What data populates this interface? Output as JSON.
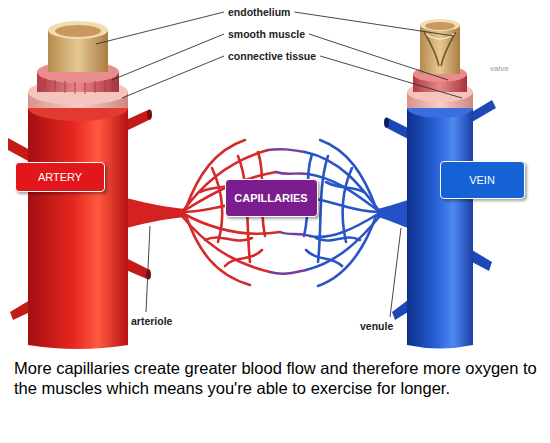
{
  "diagram": {
    "caption": "More capillaries create greater blood flow and therefore more oxygen to the muscles which means you're able to exercise for longer.",
    "nodes": [
      {
        "text": [
          "ARTERY"
        ]
      },
      {
        "text": [
          "CAPILLARIES"
        ]
      },
      {
        "text": [
          "VEIN"
        ]
      }
    ],
    "labels": [
      "endothelium",
      "smooth muscle",
      "connective tissue",
      "valve",
      "arteriole",
      "venule"
    ]
  }
}
